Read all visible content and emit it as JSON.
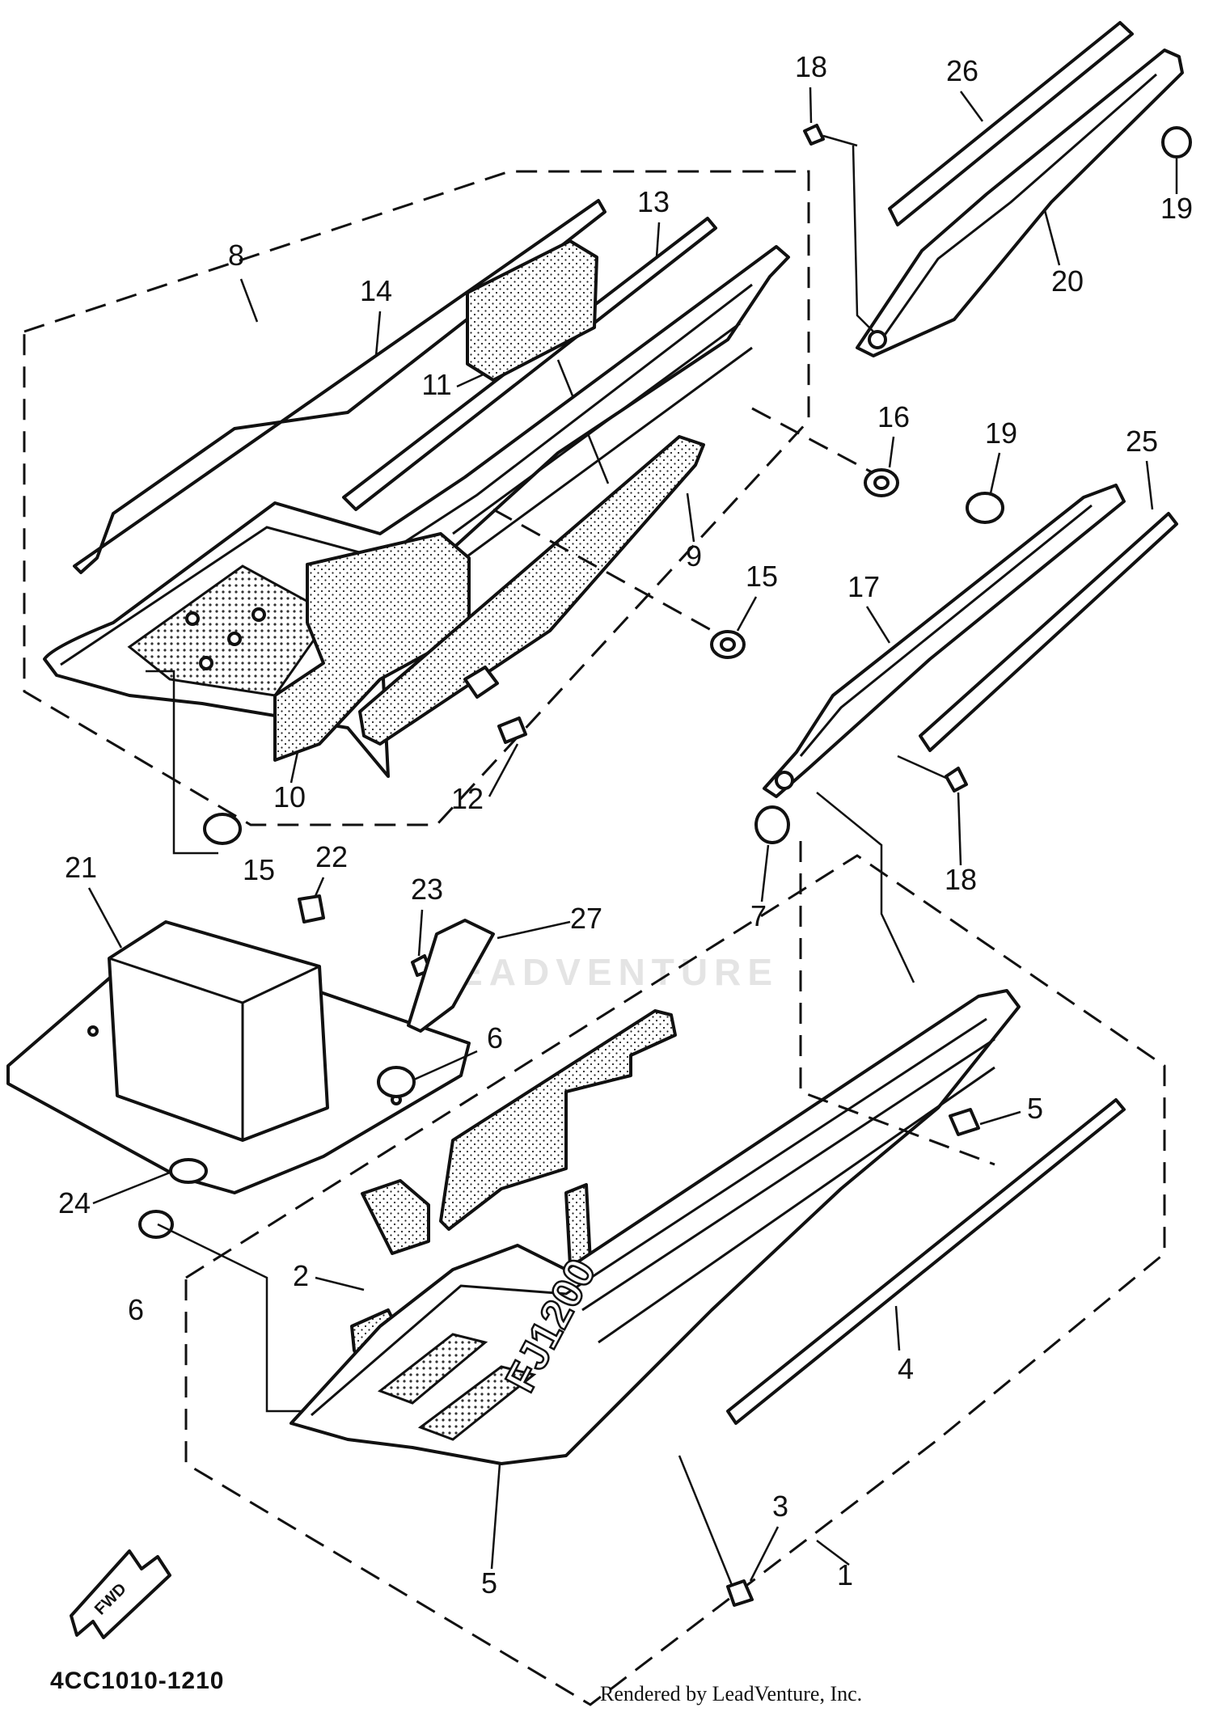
{
  "diagram": {
    "code": "4CC1010-1210",
    "credit": "Rendered by LeadVenture, Inc.",
    "watermark": "LEADVENTURE",
    "fwd_label": "FWD",
    "model_badge": "FJ1200",
    "callouts": [
      {
        "id": "c1",
        "text": "1"
      },
      {
        "id": "c2",
        "text": "2"
      },
      {
        "id": "c3",
        "text": "3"
      },
      {
        "id": "c4",
        "text": "4"
      },
      {
        "id": "c5a",
        "text": "5"
      },
      {
        "id": "c5b",
        "text": "5"
      },
      {
        "id": "c6a",
        "text": "6"
      },
      {
        "id": "c6b",
        "text": "6"
      },
      {
        "id": "c7",
        "text": "7"
      },
      {
        "id": "c8",
        "text": "8"
      },
      {
        "id": "c9",
        "text": "9"
      },
      {
        "id": "c10",
        "text": "10"
      },
      {
        "id": "c11",
        "text": "11"
      },
      {
        "id": "c12",
        "text": "12"
      },
      {
        "id": "c13",
        "text": "13"
      },
      {
        "id": "c14",
        "text": "14"
      },
      {
        "id": "c15a",
        "text": "15"
      },
      {
        "id": "c15b",
        "text": "15"
      },
      {
        "id": "c16",
        "text": "16"
      },
      {
        "id": "c17",
        "text": "17"
      },
      {
        "id": "c18a",
        "text": "18"
      },
      {
        "id": "c18b",
        "text": "18"
      },
      {
        "id": "c19a",
        "text": "19"
      },
      {
        "id": "c19b",
        "text": "19"
      },
      {
        "id": "c20",
        "text": "20"
      },
      {
        "id": "c21",
        "text": "21"
      },
      {
        "id": "c22",
        "text": "22"
      },
      {
        "id": "c23",
        "text": "23"
      },
      {
        "id": "c24",
        "text": "24"
      },
      {
        "id": "c25",
        "text": "25"
      },
      {
        "id": "c26",
        "text": "26"
      },
      {
        "id": "c27",
        "text": "27"
      }
    ]
  }
}
